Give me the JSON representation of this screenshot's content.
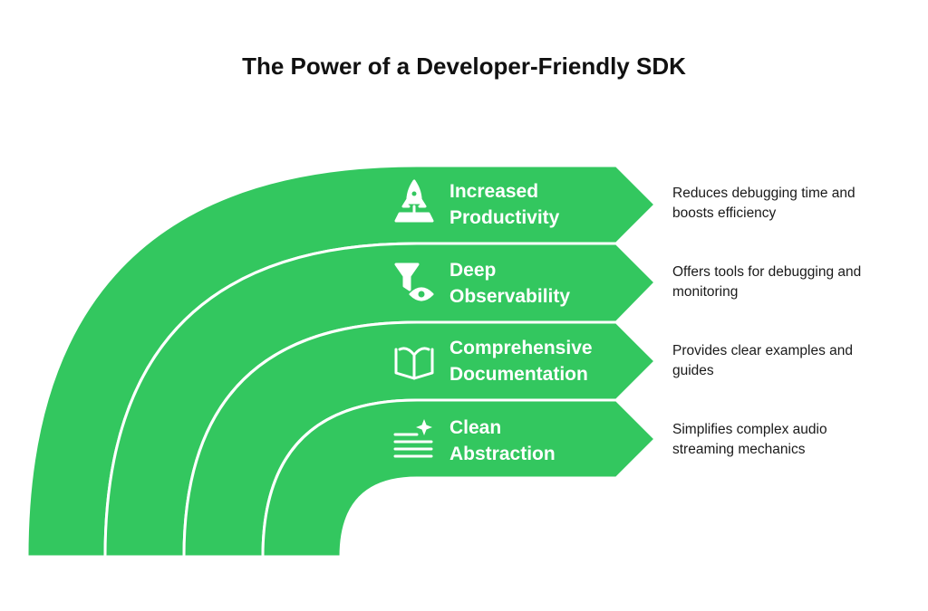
{
  "title": "The Power of a Developer-Friendly SDK",
  "colors": {
    "band": "#33c75f",
    "divider": "#ffffff",
    "text": "#1a1a1a"
  },
  "items": [
    {
      "title_lines": [
        "Increased",
        "Productivity"
      ],
      "icon": "rocket-launch-icon",
      "description_lines": [
        "Reduces debugging time and",
        "boosts efficiency"
      ]
    },
    {
      "title_lines": [
        "Deep",
        "Observability"
      ],
      "icon": "funnel-eye-icon",
      "description_lines": [
        "Offers tools for debugging and",
        "monitoring"
      ]
    },
    {
      "title_lines": [
        "Comprehensive",
        "Documentation"
      ],
      "icon": "open-book-icon",
      "description_lines": [
        "Provides clear examples and",
        "guides"
      ]
    },
    {
      "title_lines": [
        "Clean",
        "Abstraction"
      ],
      "icon": "sparkle-text-icon",
      "description_lines": [
        "Simplifies complex audio",
        "streaming mechanics"
      ]
    }
  ]
}
